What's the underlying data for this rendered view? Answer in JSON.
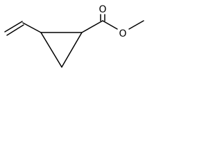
{
  "diagram": {
    "type": "skeletal-structure",
    "atoms": {
      "carbonyl_oxygen": "O",
      "ester_oxygen": "O"
    },
    "colors": {
      "bond": "#000000",
      "label": "#000000",
      "background": "#ffffff"
    }
  }
}
